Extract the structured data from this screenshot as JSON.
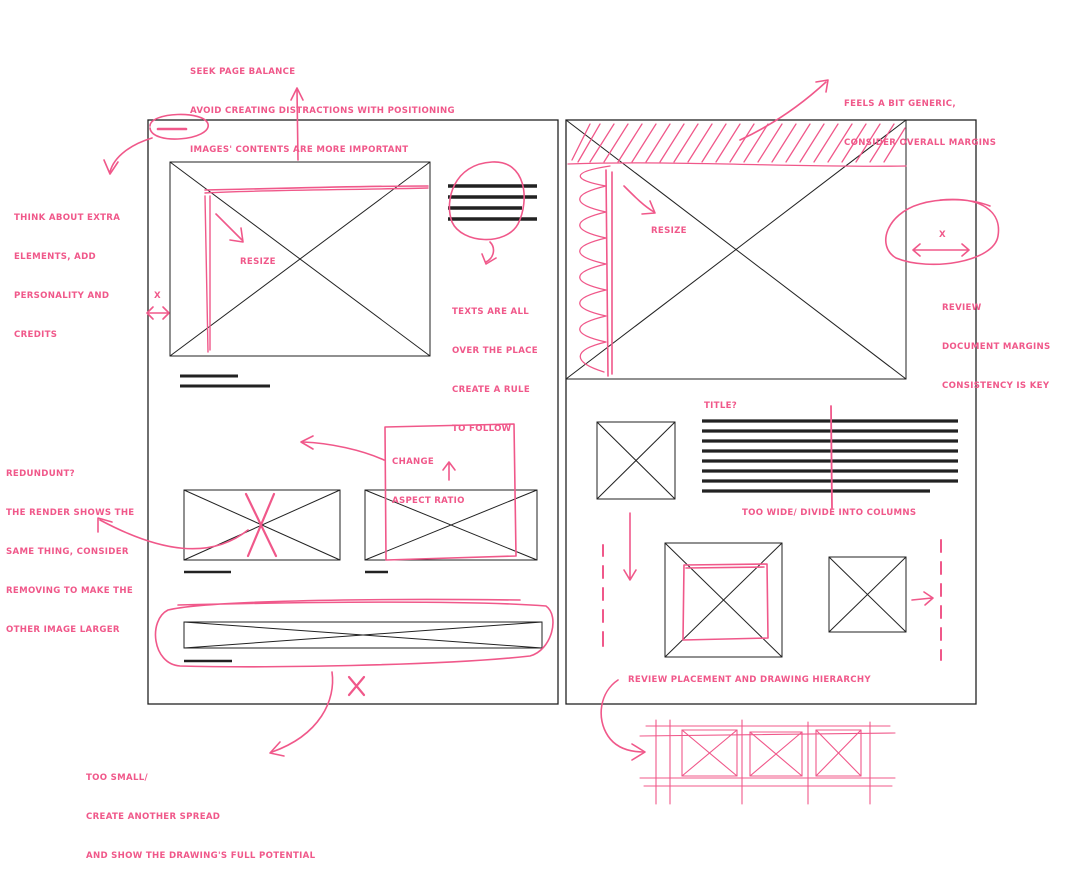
{
  "colors": {
    "pen": "#f0588a",
    "ink": "#222222",
    "paper": "#ffffff"
  },
  "notes": {
    "balance": [
      "SEEK PAGE BALANCE",
      "AVOID CREATING DISTRACTIONS WITH POSITIONING",
      "IMAGES' CONTENTS ARE MORE IMPORTANT"
    ],
    "generic": [
      "FEELS A BIT GENERIC,",
      "CONSIDER OVERALL MARGINS"
    ],
    "extra": [
      "THINK ABOUT EXTRA",
      "ELEMENTS, ADD",
      "PERSONALITY AND",
      "CREDITS"
    ],
    "resize_left": "RESIZE",
    "resize_right": "RESIZE",
    "texts": [
      "TEXTS ARE ALL",
      "OVER THE PLACE",
      "CREATE A RULE",
      "TO FOLLOW"
    ],
    "margins": [
      "REVIEW",
      "DOCUMENT MARGINS",
      "CONSISTENCY IS KEY"
    ],
    "x_left": "X",
    "x_right": "X",
    "redundant": [
      "REDUNDUNT?",
      "THE RENDER SHOWS THE",
      "SAME THING, CONSIDER",
      "REMOVING TO MAKE THE",
      "OTHER IMAGE LARGER"
    ],
    "aspect": [
      "CHANGE",
      "ASPECT RATIO"
    ],
    "title": "TITLE?",
    "too_wide": "TOO WIDE/ DIVIDE INTO COLUMNS",
    "placement": "REVIEW PLACEMENT AND DRAWING HIERARCHY",
    "too_small": [
      "TOO SMALL/",
      "CREATE ANOTHER SPREAD",
      "AND SHOW THE DRAWING'S FULL POTENTIAL"
    ]
  }
}
